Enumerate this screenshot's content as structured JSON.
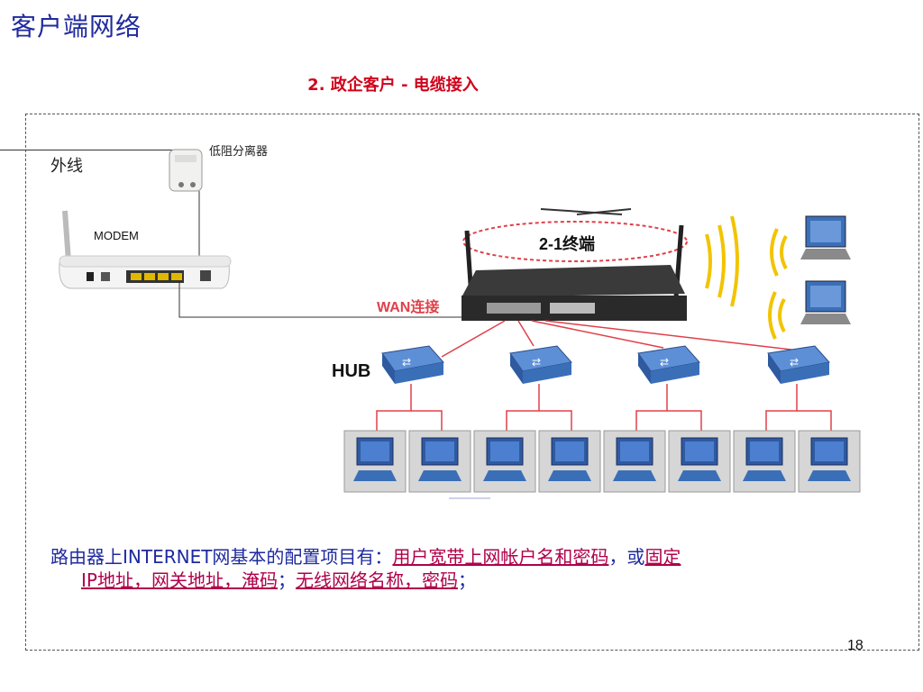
{
  "slide": {
    "title": "客户端网络",
    "subtitle": "2. 政企客户 -  电缆接入",
    "page_number": "18"
  },
  "diagram": {
    "outer_line_label": "外线",
    "splitter_label": "低阻分离器",
    "modem_label": "MODEM",
    "terminal_label": "2-1终端",
    "wan_label": "WAN连接",
    "hub_label": "HUB"
  },
  "config_note": {
    "prefix": "路由器上INTERNET网基本的配置项目有：",
    "item1": "用户宽带上网帐户名和密码",
    "sep1": "，或",
    "item2a": "固定",
    "item2b": "IP地址，网关地址，淹码",
    "sep2": "；",
    "item3": "无线网络名称，密码",
    "suffix": "；"
  },
  "colors": {
    "title": "#1f2a9e",
    "subtitle": "#d0021b",
    "wire_red": "#e0404a",
    "hub_blue": "#3a6fb8",
    "wifi_yellow": "#f2c400"
  }
}
